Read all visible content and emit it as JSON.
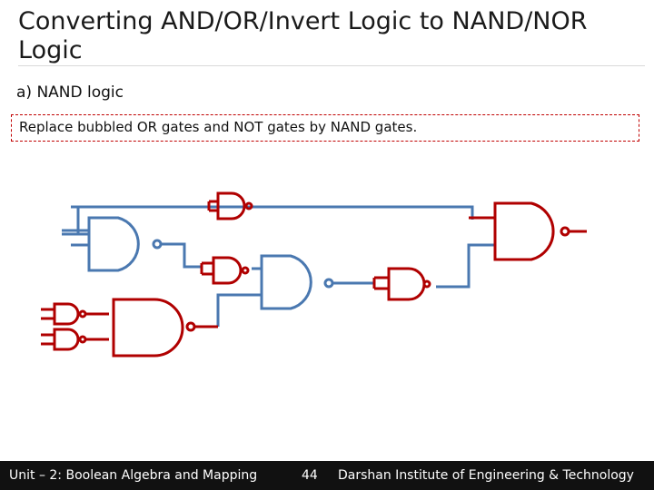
{
  "slide": {
    "title": "Converting AND/OR/Invert Logic to NAND/NOR Logic",
    "subtitle": "a) NAND logic",
    "rule_text": "Replace bubbled OR gates and NOT gates by NAND gates."
  },
  "colors": {
    "blue": "#4a78b0",
    "red": "#b00000",
    "footer_bg": "#111111"
  },
  "footer": {
    "course": "Unit – 2: Boolean Algebra and Mapping",
    "page": "44",
    "institute": "Darshan Institute of Engineering & Technology"
  }
}
